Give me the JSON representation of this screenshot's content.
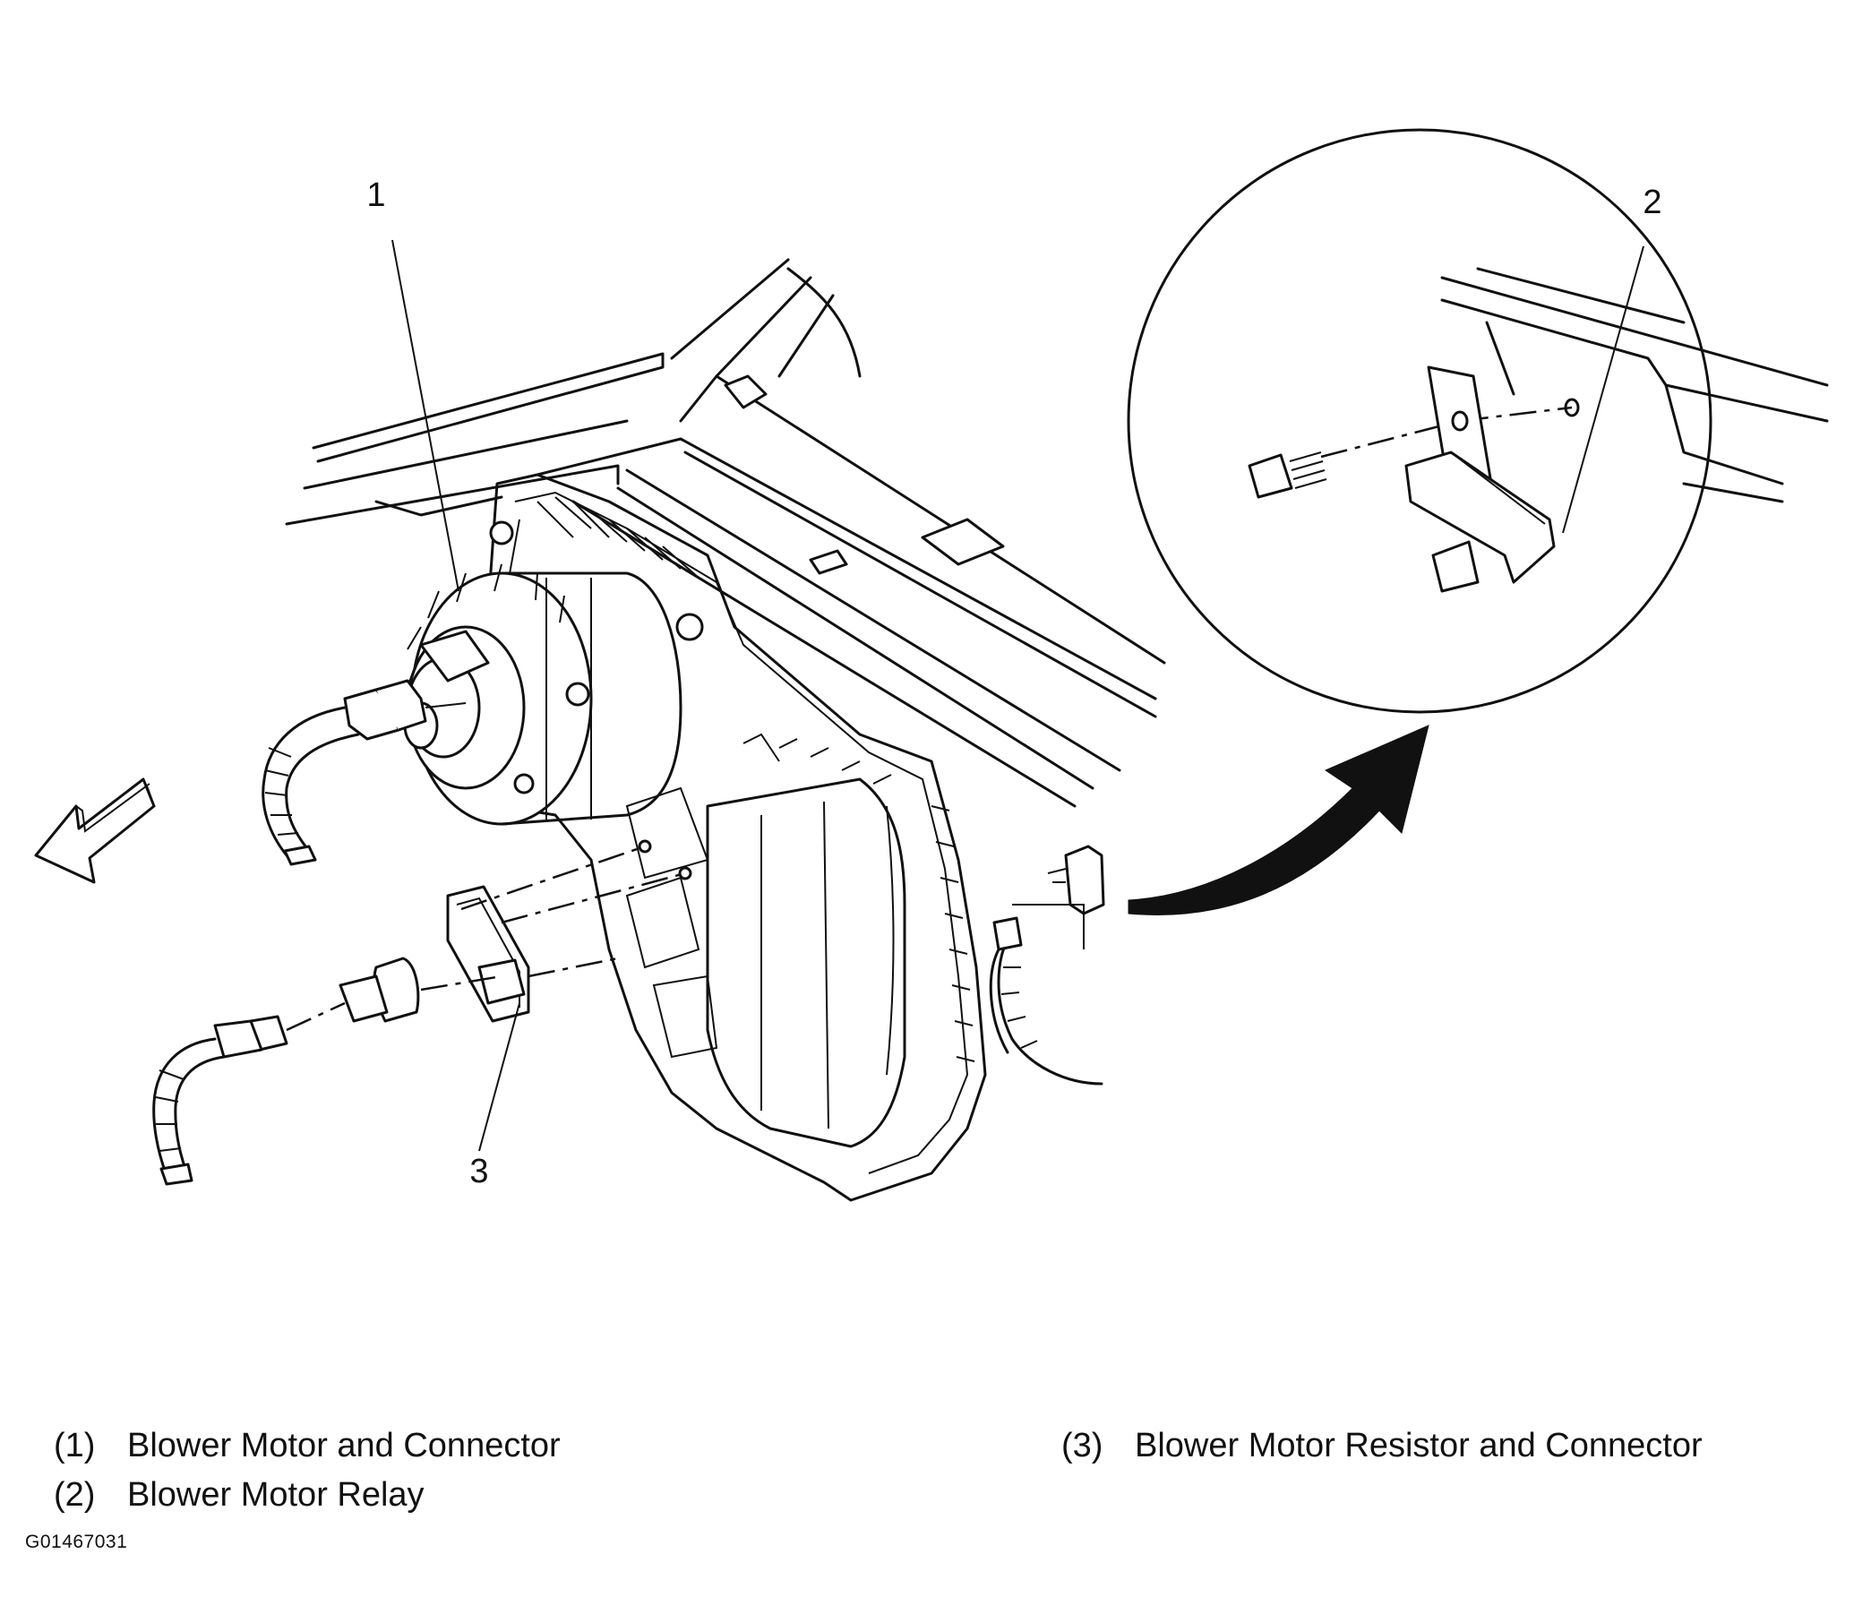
{
  "callouts": [
    {
      "id": "1",
      "label": "1"
    },
    {
      "id": "2",
      "label": "2"
    },
    {
      "id": "3",
      "label": "3"
    }
  ],
  "legend": [
    {
      "num": "(1)",
      "text": "Blower Motor and Connector"
    },
    {
      "num": "(2)",
      "text": "Blower Motor Relay"
    },
    {
      "num": "(3)",
      "text": "Blower Motor Resistor and Connector"
    }
  ],
  "figure_id": "G01467031"
}
